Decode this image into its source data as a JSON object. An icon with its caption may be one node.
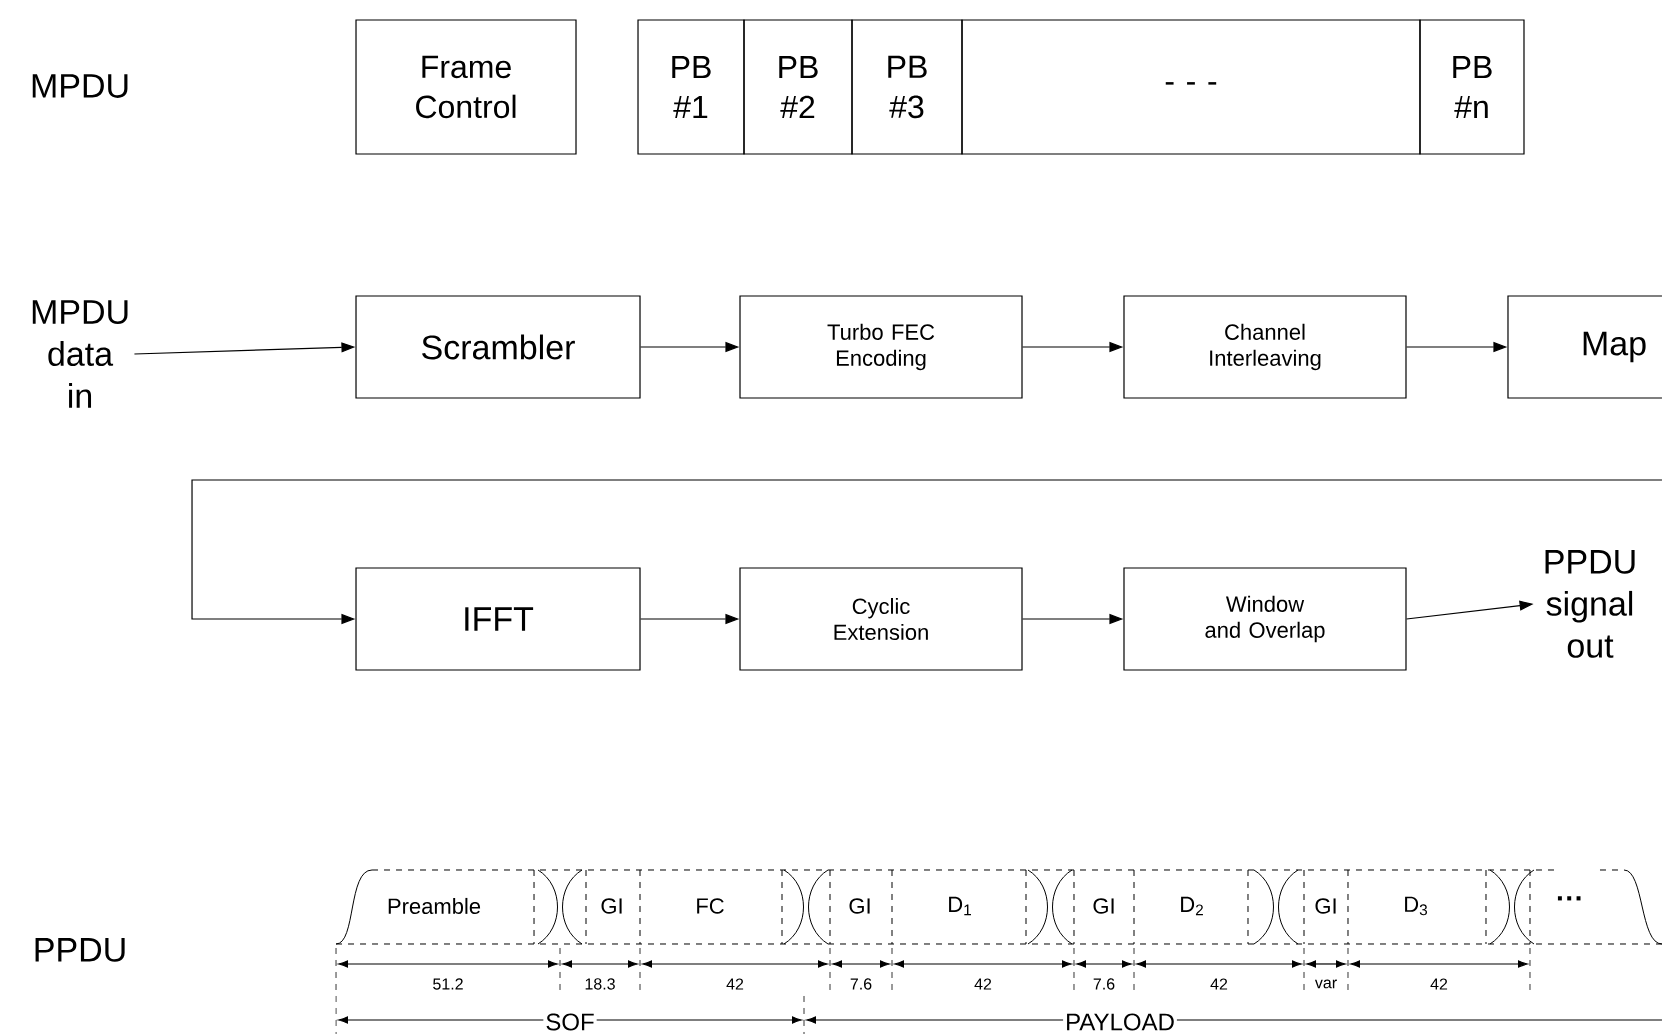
{
  "diagram": {
    "nodes": [
      {
        "text": [
          "Frame Control"
        ]
      },
      {
        "text": [
          "PB #1"
        ]
      },
      {
        "text": [
          "PB #2"
        ]
      },
      {
        "text": [
          "PB #3"
        ]
      },
      {
        "text": [
          "- - -"
        ]
      },
      {
        "text": [
          "PB #n"
        ]
      },
      {
        "text": [
          "MPDU data in"
        ]
      },
      {
        "text": [
          "Scrambler"
        ]
      },
      {
        "text": [
          "Turbo FEC Encoding"
        ]
      },
      {
        "text": [
          "Channel Interleaving"
        ]
      },
      {
        "text": [
          "Map"
        ]
      },
      {
        "text": [
          "IFFT"
        ]
      },
      {
        "text": [
          "Cyclic Extension"
        ]
      },
      {
        "text": [
          "Window and Overlap"
        ]
      },
      {
        "text": [
          "PPDU signal out"
        ]
      }
    ],
    "edges": [
      {
        "from": 6,
        "to": 7,
        "arrow": "to"
      },
      {
        "from": 7,
        "to": 8,
        "arrow": "to"
      },
      {
        "from": 8,
        "to": 9,
        "arrow": "to"
      },
      {
        "from": 9,
        "to": 10,
        "arrow": "to"
      },
      {
        "from": 10,
        "to": 11,
        "arrow": "to"
      },
      {
        "from": 11,
        "to": 12,
        "arrow": "to"
      },
      {
        "from": 12,
        "to": 13,
        "arrow": "to"
      },
      {
        "from": 13,
        "to": 14,
        "arrow": "to"
      }
    ],
    "labels": [
      "MPDU",
      "PPDU",
      "Preamble",
      "GI",
      "FC",
      "GI",
      "D$_{1}$",
      "GI",
      "D$_{2}$",
      "GI",
      "D$_{3}$",
      "···",
      "51.2",
      "18.3",
      "42",
      "7.6",
      "42",
      "7.6",
      "42",
      "var",
      "42",
      "SOF",
      "PAYLOAD"
    ]
  }
}
